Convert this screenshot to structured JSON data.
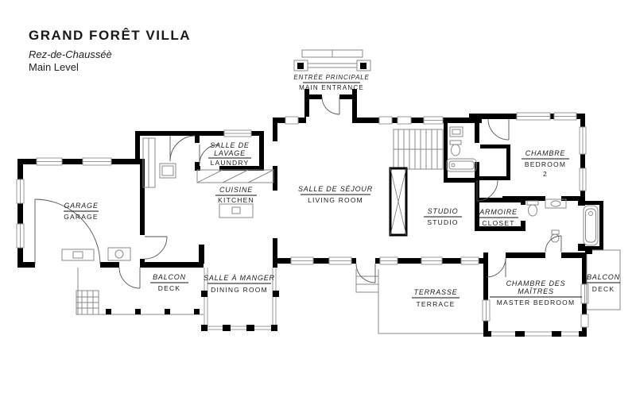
{
  "header": {
    "title": "GRAND FORÊT VILLA",
    "subtitle_fr": "Rez-de-Chausséè",
    "subtitle_en": "Main Level"
  },
  "rooms": {
    "entrance": {
      "fr": "ENTRÉE PRINCIPALE",
      "en": "MAIN ENTRANCE"
    },
    "garage": {
      "fr": "GARAGE",
      "en": "GARAGE"
    },
    "laundry": {
      "fr1": "SALLE DE",
      "fr2": "LAVAGE",
      "en": "LAUNDRY"
    },
    "kitchen": {
      "fr": "CUISINE",
      "en": "KITCHEN"
    },
    "living": {
      "fr": "SALLE DE SÉJOUR",
      "en": "LIVING ROOM"
    },
    "studio": {
      "fr": "STUDIO",
      "en": "STUDIO"
    },
    "bedroom2": {
      "fr": "CHAMBRE",
      "en": "BEDROOM",
      "number": "2"
    },
    "closet": {
      "fr": "ARMOIRE",
      "en": "CLOSET"
    },
    "deck_left": {
      "fr": "BALCON",
      "en": "DECK"
    },
    "dining": {
      "fr": "SALLE À MANGER",
      "en": "DINING ROOM"
    },
    "terrace": {
      "fr": "TERRASSE",
      "en": "TERRACE"
    },
    "master": {
      "fr1": "CHAMBRE DES",
      "fr2": "MAÎTRES",
      "en": "MASTER BEDROOM"
    },
    "deck_right": {
      "fr": "BALCON",
      "en": "DECK"
    }
  },
  "colors": {
    "wall": "#000000",
    "window_line": "#9a9a9a",
    "fixture_line": "#8a8a8a",
    "text": "#1c1c1c",
    "background": "#ffffff"
  }
}
